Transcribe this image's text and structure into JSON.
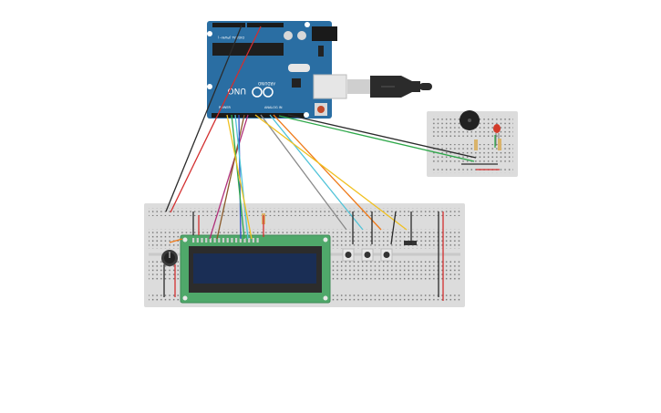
{
  "board": {
    "name": "UNO",
    "brand": "ARDUINO",
    "digital_label": "DIGITAL (PWM~)",
    "analog_label": "ANALOG IN",
    "power_label": "POWER",
    "body_color": "#2a6ea3"
  },
  "usb_cable": {
    "color": "#2b2b2b"
  },
  "lcd": {
    "screen_color": "#1a2e55",
    "pcb_color": "#4fa86a"
  },
  "breadboards": [
    {
      "name": "main-breadboard"
    },
    {
      "name": "small-breadboard"
    }
  ],
  "components": {
    "potentiometer": "potentiometer",
    "buttons": [
      "button-1",
      "button-2",
      "button-3"
    ],
    "buzzer": "piezo-buzzer",
    "led": {
      "color": "#d23b2a"
    },
    "resistors": [
      "resistor-lcd",
      "resistor-led",
      "resistor-buzzer"
    ]
  },
  "wire_colors": {
    "black": "#2b2b2b",
    "red": "#d32f2f",
    "green": "#2ea84a",
    "blue": "#2e55c8",
    "yellow": "#f0c020",
    "orange": "#ee7a1a",
    "cyan": "#4fc3d8",
    "gray": "#8a8a8a",
    "magenta": "#b0307a",
    "brown": "#8a5a2a"
  }
}
